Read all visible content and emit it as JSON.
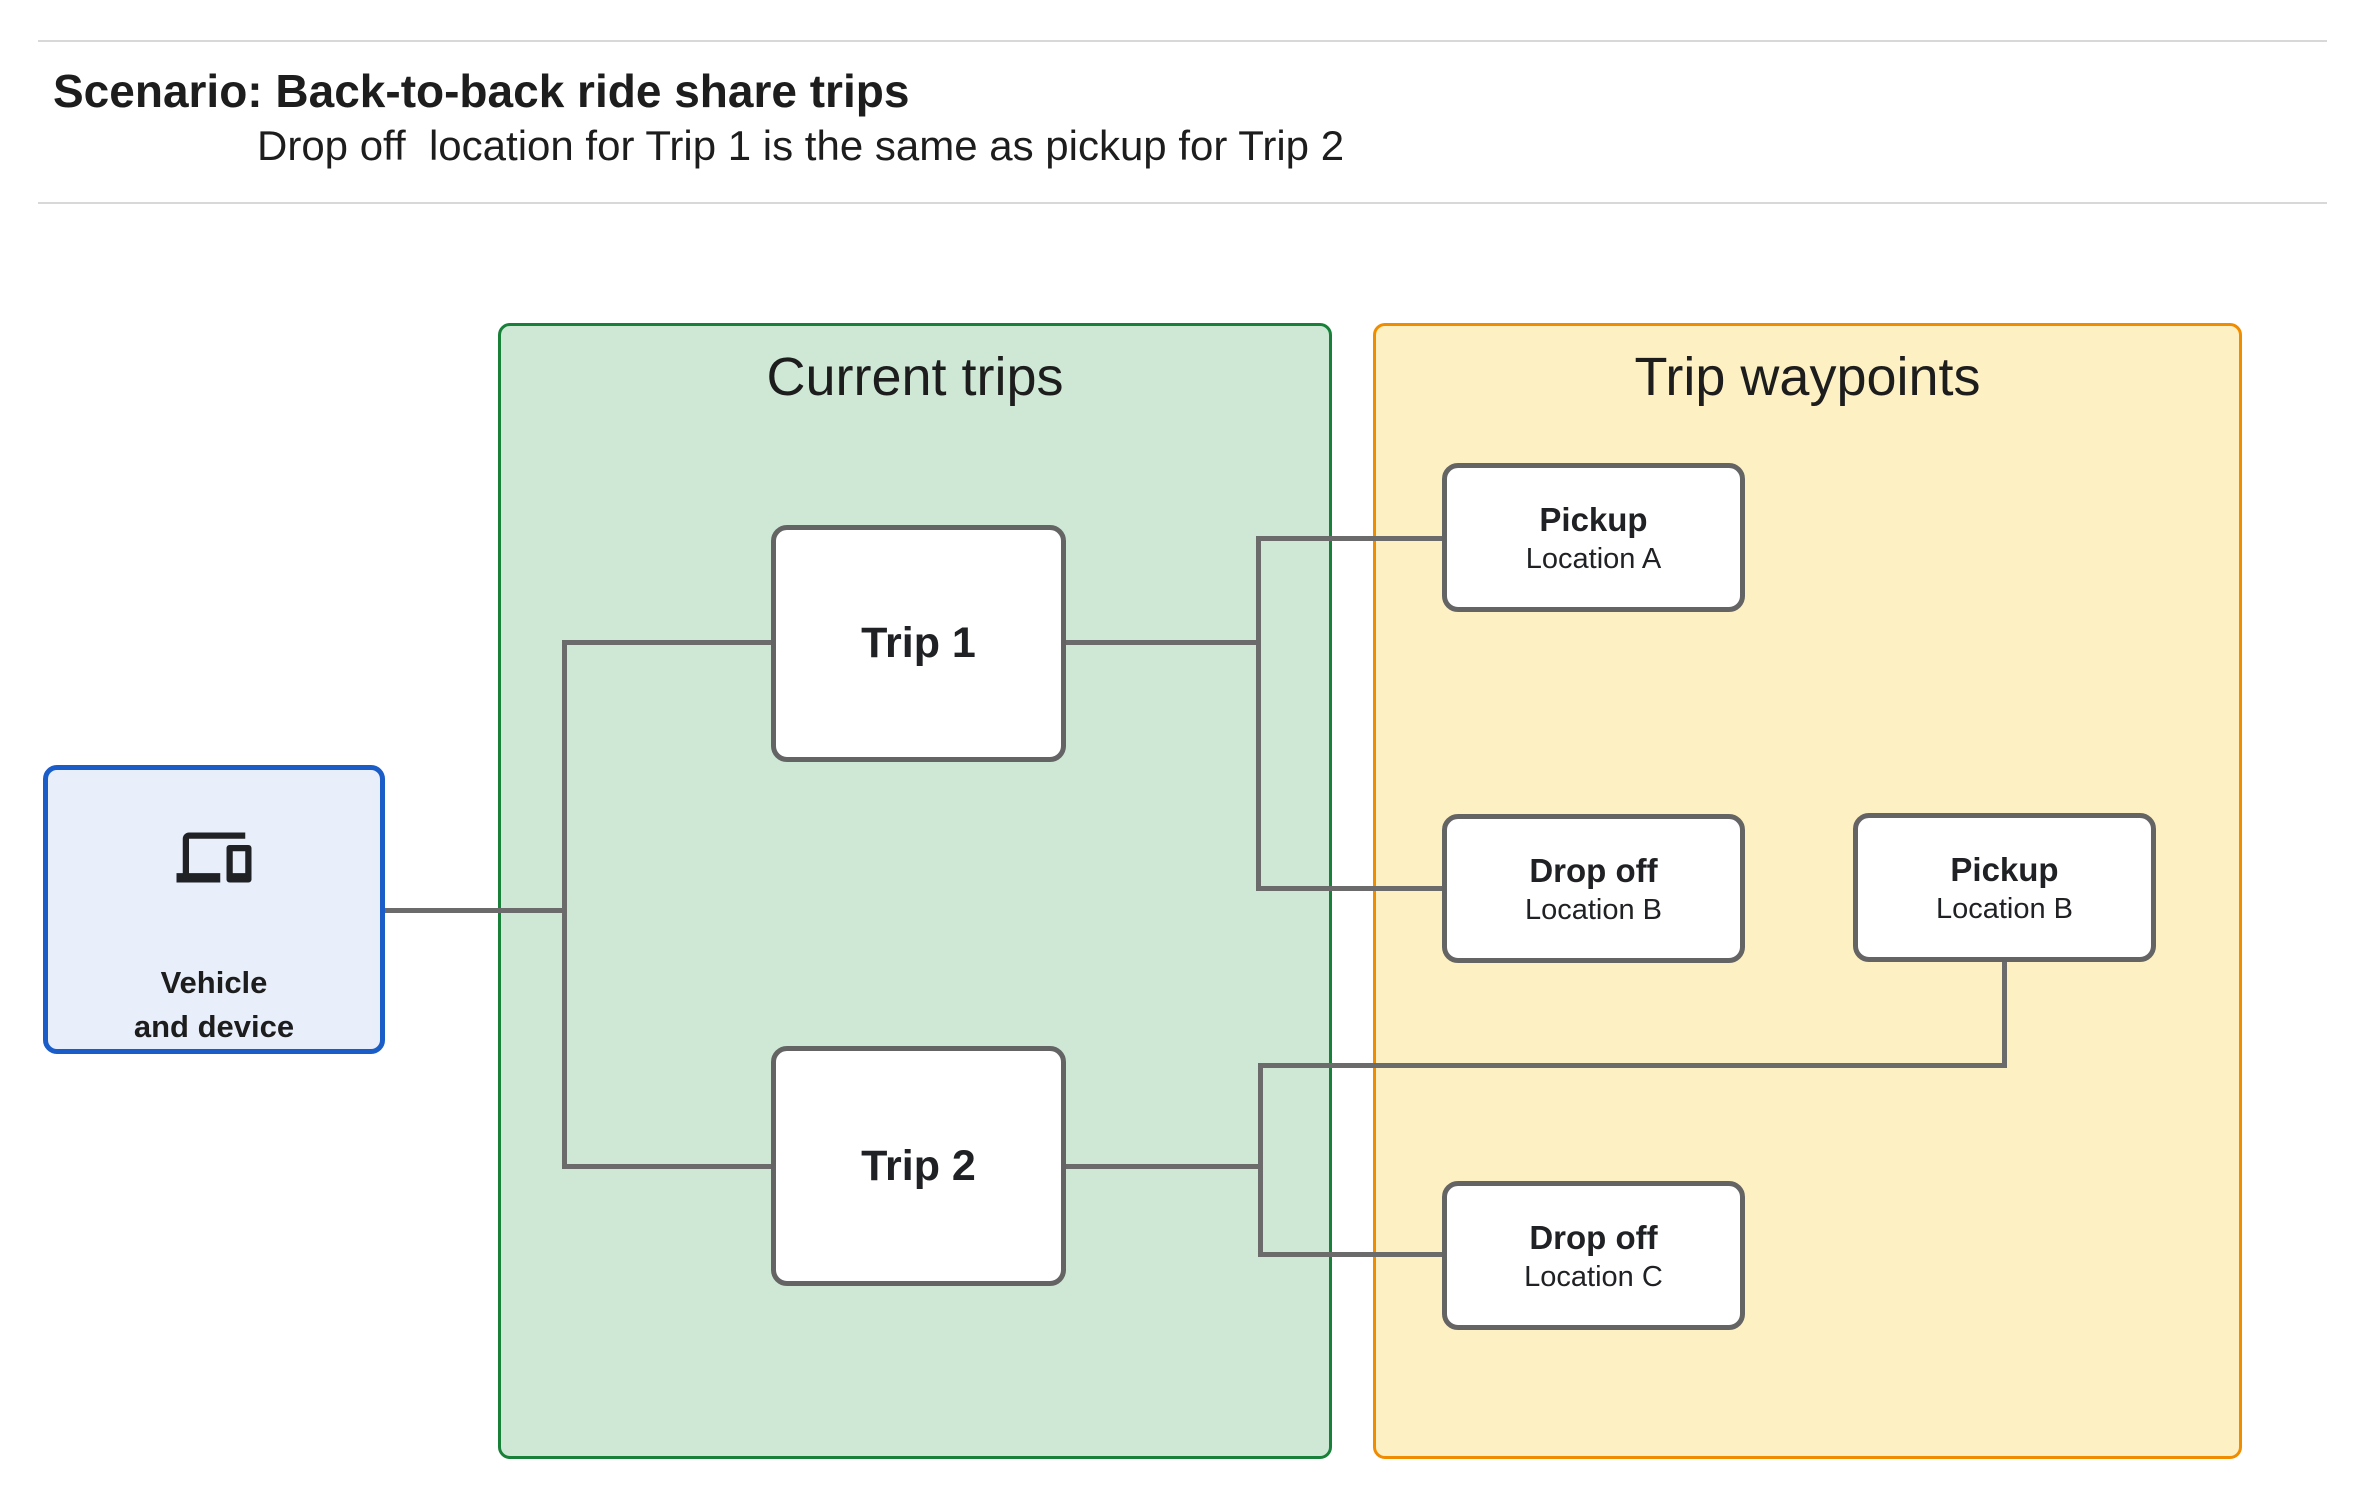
{
  "header": {
    "title": "Scenario: Back-to-back ride share trips",
    "subtitle": "Drop off  location for Trip 1 is the same as pickup for Trip 2"
  },
  "panels": {
    "current_trips": {
      "title": "Current trips"
    },
    "trip_waypoints": {
      "title": "Trip waypoints"
    }
  },
  "vehicle_node": {
    "line1": "Vehicle",
    "line2": "and device",
    "icon": "devices-icon"
  },
  "trips": [
    {
      "label": "Trip 1"
    },
    {
      "label": "Trip 2"
    }
  ],
  "waypoints": [
    {
      "type": "Pickup",
      "location": "Location A"
    },
    {
      "type": "Drop off",
      "location": "Location B"
    },
    {
      "type": "Pickup",
      "location": "Location B"
    },
    {
      "type": "Drop off",
      "location": "Location C"
    }
  ],
  "colors": {
    "green-fill": "#cee8d5",
    "green-border": "#188038",
    "yellow-fill": "#fdf0c3",
    "yellow-border": "#f08c00",
    "blue-fill": "#e8effb",
    "blue-border": "#1b5dc8",
    "line-gray": "#6b6b6b",
    "node-border": "#646464"
  }
}
